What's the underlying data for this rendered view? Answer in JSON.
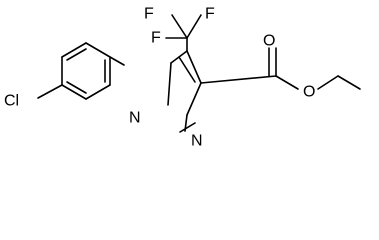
{
  "labels": {
    "chloro": "Cl",
    "ring_n1": "N",
    "ring_n2": "N",
    "fluoro_top_left": "F",
    "fluoro_top_right": "F",
    "fluoro_left": "F",
    "carbonyl_o": "O",
    "ester_o": "O"
  }
}
